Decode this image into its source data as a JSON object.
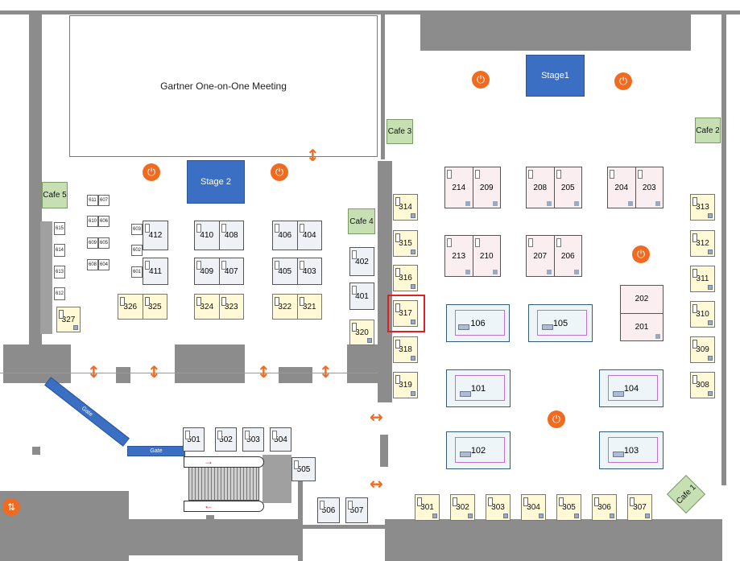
{
  "map": {
    "meeting_room": "Gartner One-on-One Meeting",
    "stages": {
      "stage1": "Stage1",
      "stage2": "Stage 2"
    },
    "cafes": {
      "cafe1": "Cafe 1",
      "cafe2": "Cafe 2",
      "cafe3": "Cafe 3",
      "cafe4": "Cafe 4",
      "cafe5": "Cafe 5"
    },
    "gates": {
      "gate_diag": "Gate",
      "gate_horiz": "Gate"
    },
    "booths": {
      "b101": "101",
      "b102": "102",
      "b103": "103",
      "b104": "104",
      "b105": "105",
      "b106": "106",
      "b201": "201",
      "b202": "202",
      "b203": "203",
      "b204": "204",
      "b205": "205",
      "b206": "206",
      "b207": "207",
      "b208": "208",
      "b209": "209",
      "b210": "210",
      "b213": "213",
      "b214": "214",
      "b301": "301",
      "b302": "302",
      "b303": "303",
      "b304": "304",
      "b305": "305",
      "b306": "306",
      "b307": "307",
      "b308": "308",
      "b309": "309",
      "b310": "310",
      "b311": "311",
      "b312": "312",
      "b313": "313",
      "b314": "314",
      "b315": "315",
      "b316": "316",
      "b317": "317",
      "b318": "318",
      "b319": "319",
      "b320": "320",
      "b321": "321",
      "b322": "322",
      "b323": "323",
      "b324": "324",
      "b325": "325",
      "b326": "326",
      "b327": "327",
      "b401": "401",
      "b402": "402",
      "b403": "403",
      "b404": "404",
      "b405": "405",
      "b406": "406",
      "b407": "407",
      "b408": "408",
      "b409": "409",
      "b410": "410",
      "b411": "411",
      "b412": "412",
      "b501": "501",
      "b502": "502",
      "b503": "503",
      "b504": "504",
      "b505": "505",
      "b506": "506",
      "b507": "507",
      "b601": "601",
      "b602": "602",
      "b603": "603",
      "b604": "604",
      "b605": "605",
      "b606": "606",
      "b607": "607",
      "b608": "608",
      "b609": "609",
      "b610": "610",
      "b611": "611",
      "b612": "612",
      "b613": "613",
      "b614": "614",
      "b615": "615"
    },
    "selected_booth": "317",
    "icons": {
      "power": "power-outlet-icon",
      "escalator": "escalator-icon",
      "arrow": "direction-arrow-icon"
    },
    "colors": {
      "highlight": "#e02020",
      "icon": "#f06a1f",
      "stage": "#3a6fc4",
      "cafe": "#c6e0b4"
    }
  }
}
